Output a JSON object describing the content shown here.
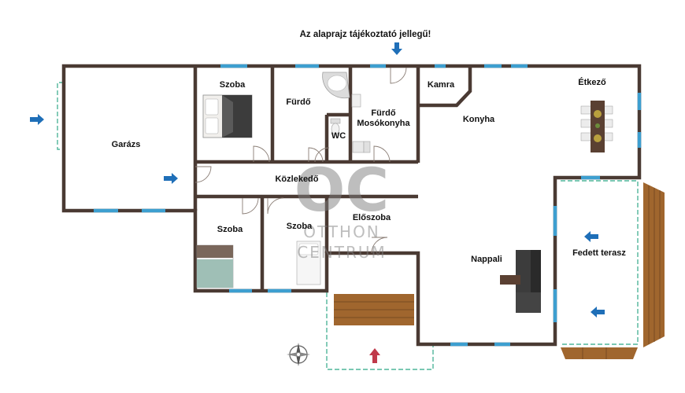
{
  "notice": "Az alaprajz tájékoztató jellegű!",
  "rooms": {
    "garage": "Garázs",
    "room_top": "Szoba",
    "bath_1": "Fürdő",
    "bath_2": "Fürdő",
    "laundry": "Mosókonyha",
    "wc": "WC",
    "pantry": "Kamra",
    "kitchen": "Konyha",
    "dining": "Étkező",
    "corridor": "Közlekedő",
    "room_bottom_left": "Szoba",
    "room_bottom_middle": "Szoba",
    "entrance": "Előszoba",
    "living": "Nappali",
    "terrace": "Fedett terasz"
  },
  "watermark": {
    "logo": "OC",
    "line1": "OTTHON",
    "line2": "CENTRUM"
  },
  "icons": {
    "entry_arrow": "blue-arrow-icon",
    "entrance_arrow": "red-arrow-icon",
    "compass": "compass-icon"
  },
  "colors": {
    "wall": "#4a3a33",
    "window": "#3d9fd0",
    "terrace_outline": "#4fb59a",
    "deck": "#a0662e",
    "arrow_blue": "#1f6fb8",
    "arrow_red": "#c0394a"
  }
}
